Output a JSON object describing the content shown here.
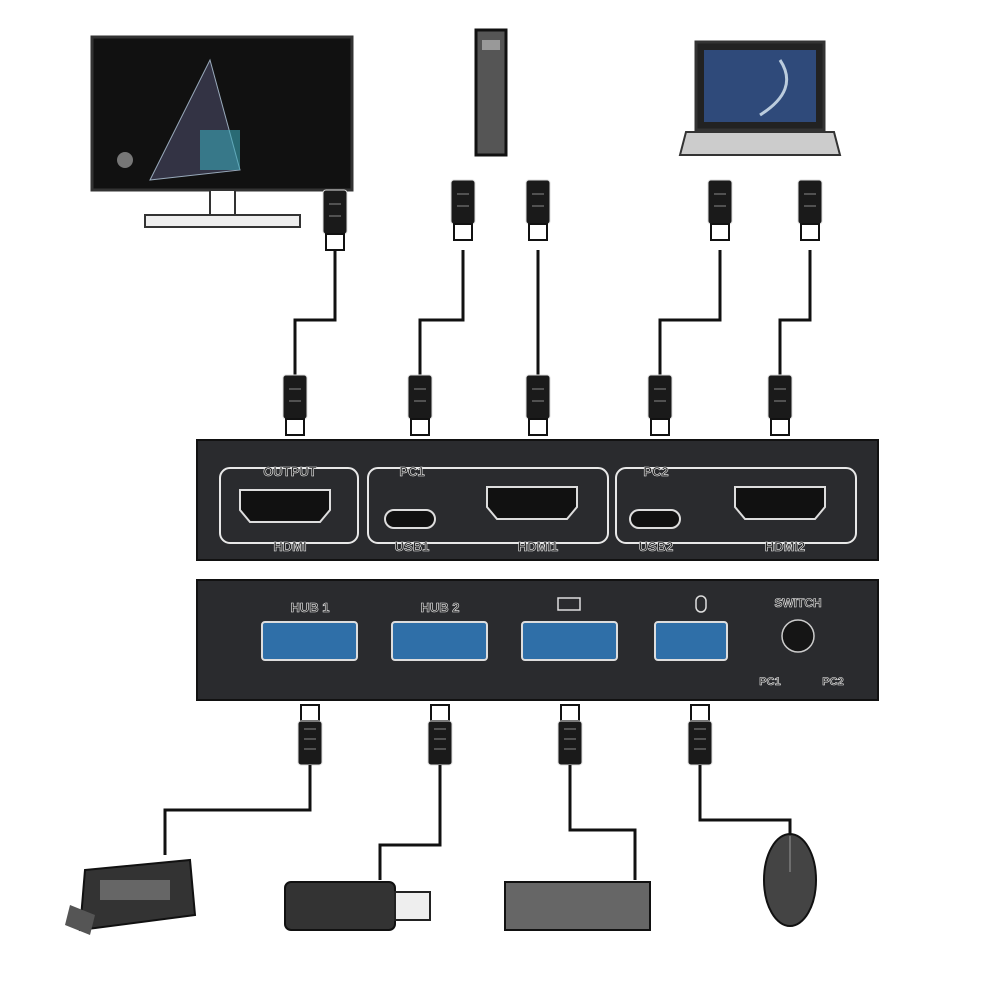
{
  "colors": {
    "panel": "#2a2b2e",
    "outline": "#e8e8e8",
    "port_blue": "#2f6fa8",
    "cable": "#111111"
  },
  "devices_top": [
    "monitor-icon",
    "pc-tower-icon",
    "laptop-icon"
  ],
  "devices_bottom": [
    "printer-icon",
    "usb-flash-drive-icon",
    "keyboard-icon",
    "mouse-icon"
  ],
  "front_panel": {
    "output_label": "OUTPUT",
    "output_port": "HDMI",
    "pc1_label": "PC1",
    "pc1_usb": "USB1",
    "pc1_hdmi": "HDMI1",
    "pc2_label": "PC2",
    "pc2_usb": "USB2",
    "pc2_hdmi": "HDMI2"
  },
  "back_panel": {
    "hub1": "HUB 1",
    "hub2": "HUB 2",
    "keyboard_port_icon": "keyboard-icon",
    "mouse_port_icon": "mouse-icon",
    "switch_label": "SWITCH",
    "pc1": "PC1",
    "pc2": "PC2"
  }
}
